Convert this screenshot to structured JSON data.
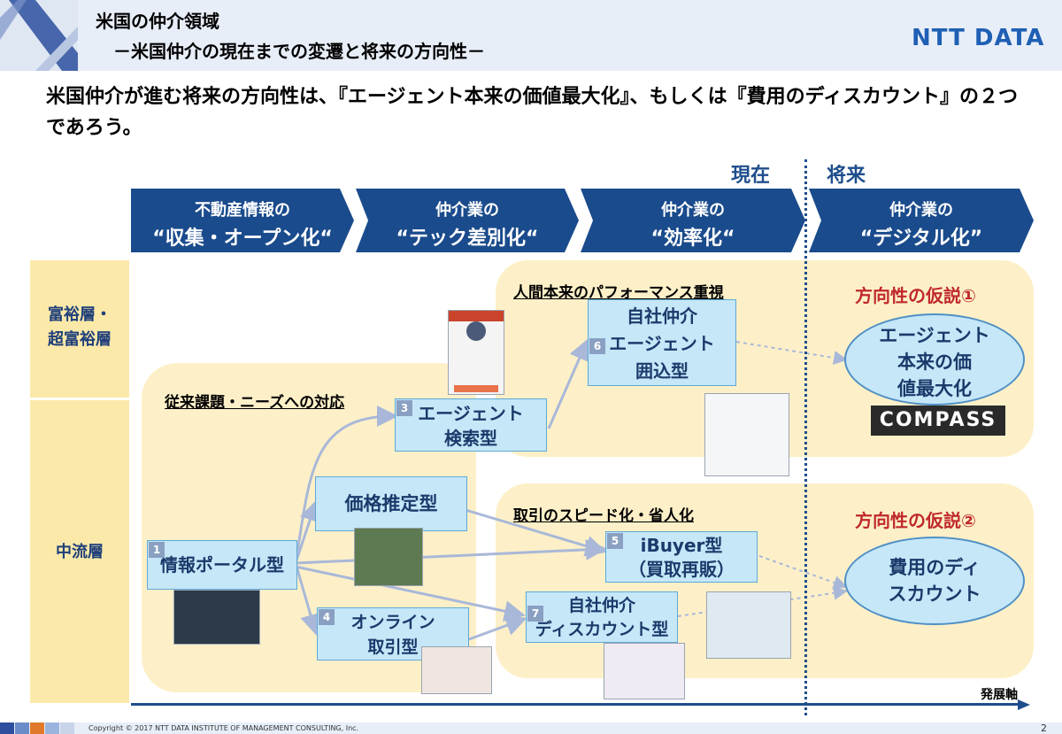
{
  "header": {
    "title": "米国の仲介領域",
    "subtitle": "－米国仲介の現在までの変遷と将来の方向性－",
    "brand": "NTT DATA"
  },
  "lead": "米国仲介が進む将来の方向性は、『エージェント本来の価値最大化』、もしくは『費用のディスカウント』の２つであろう。",
  "timeline": {
    "present": "現在",
    "future": "将来",
    "axis_label": "発展軸"
  },
  "phases": [
    {
      "line1": "不動産情報の",
      "line2": "“収集・オープン化“"
    },
    {
      "line1": "仲介業の",
      "line2": "“テック差別化“"
    },
    {
      "line1": "仲介業の",
      "line2": "“効率化“"
    },
    {
      "line1": "仲介業の",
      "line2": "“デジタル化”"
    }
  ],
  "bands": {
    "top_l1": "富裕層・",
    "top_l2": "超富裕層",
    "bottom": "中流層"
  },
  "sections": {
    "traditional": "従来課題・ニーズへの対応",
    "human": "人間本来のパフォーマンス重視",
    "speed": "取引のスピード化・省人化"
  },
  "boxes": {
    "b1": {
      "num": "1",
      "label": "情報ポータル型"
    },
    "price": {
      "label": "価格推定型"
    },
    "b3": {
      "num": "3",
      "l1": "エージェント",
      "l2": "検索型"
    },
    "b4": {
      "num": "4",
      "l1": "オンライン",
      "l2": "取引型"
    },
    "b5": {
      "num": "5",
      "l1": "iBuyer型",
      "l2": "（買取再販）"
    },
    "b6": {
      "num": "6",
      "l1": "自社仲介",
      "l2": "エージェント",
      "l3": "囲込型"
    },
    "b7": {
      "num": "7",
      "l1": "自社仲介",
      "l2": "ディスカウント型"
    }
  },
  "hypotheses": {
    "h1_label": "方向性の仮説①",
    "h1_l1": "エージェント",
    "h1_l2": "本来の価",
    "h1_l3": "値最大化",
    "h2_label": "方向性の仮説②",
    "h2_l1": "費用のディ",
    "h2_l2": "スカウント",
    "compass": "COMPASS"
  },
  "footer": {
    "copyright": "Copyright © 2017 NTT DATA INSTITUTE OF MANAGEMENT CONSULTING, Inc.",
    "page": "2"
  },
  "colors": {
    "arrow": "#1f4e8c",
    "band": "#fbe9a9",
    "zone": "#fdf0c8",
    "box": "#c5e7f8",
    "hypothesis": "#c0292b"
  }
}
